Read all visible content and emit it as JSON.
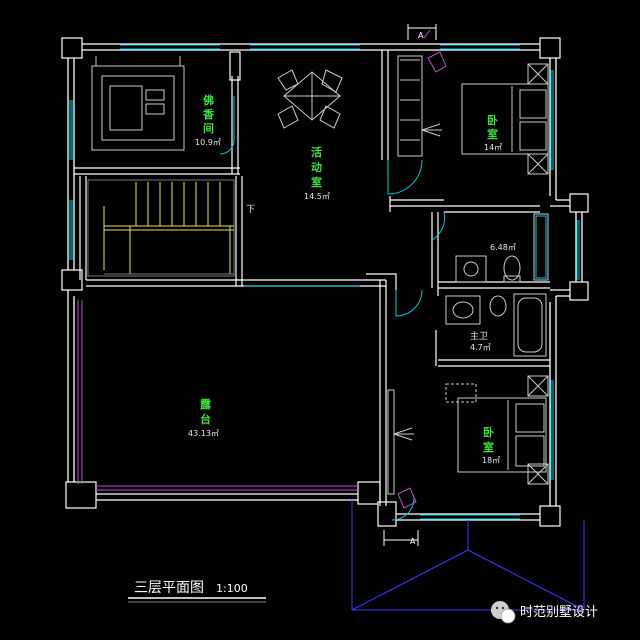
{
  "drawing": {
    "title": "三层平面图",
    "scale": "1:100",
    "watermark": "时范别墅设计",
    "section_mark_top": "A",
    "section_mark_bottom": "A",
    "stair_down_label": "下"
  },
  "rooms": {
    "buddha_room": {
      "line1": "佛",
      "line2": "香",
      "line3": "间",
      "area": "10.9㎡"
    },
    "activity_room": {
      "line1": "活",
      "line2": "动",
      "line3": "室",
      "area": "14.5㎡"
    },
    "bedroom_top": {
      "line1": "卧",
      "line2": "室",
      "area": "14㎡"
    },
    "bath_small": {
      "area": "6.48㎡"
    },
    "master_bath": {
      "line1": "主卫",
      "area": "4.7㎡"
    },
    "bedroom_bottom": {
      "line1": "卧",
      "line2": "室",
      "area": "18㎡"
    },
    "terrace": {
      "line1": "露",
      "line2": "台",
      "area": "43.13㎡"
    }
  },
  "colors": {
    "background": "#000000",
    "wall": "#ffffff",
    "room_label": "#3fe03f",
    "window": "#00c8d8",
    "door_swing": "#00c8d8",
    "railing": "#c050d0",
    "stair": "#e8e060",
    "roof_line": "#3a3aff"
  },
  "icons": [
    "wechat-icon"
  ]
}
